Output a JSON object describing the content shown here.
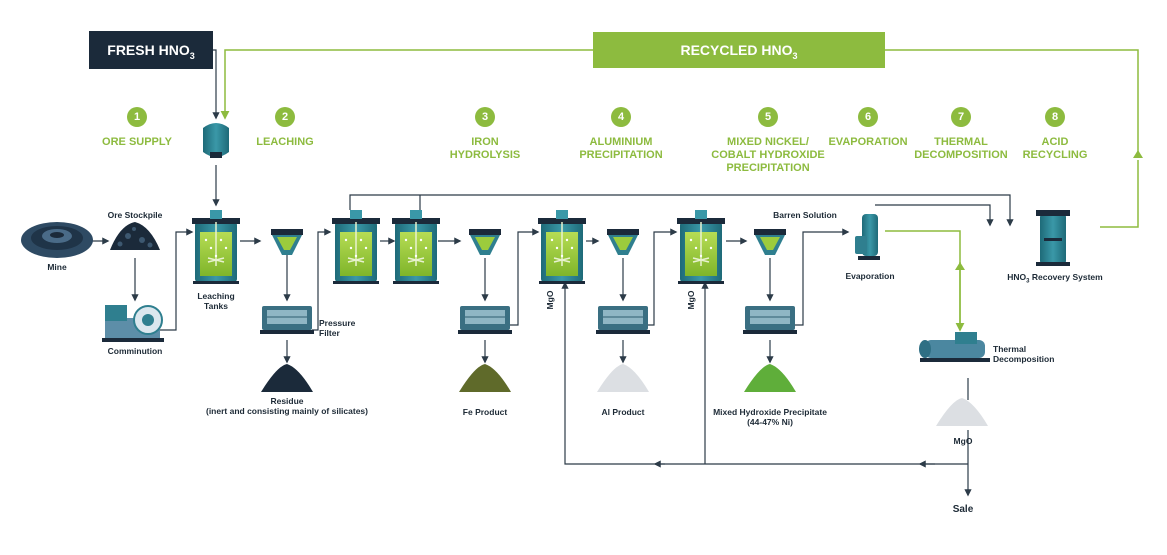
{
  "banners": {
    "fresh": {
      "main": "FRESH HNO",
      "sub": "3"
    },
    "recycled": {
      "main": "RECYCLED HNO",
      "sub": "3"
    }
  },
  "steps": [
    {
      "num": "1",
      "label": "ORE SUPPLY"
    },
    {
      "num": "2",
      "label": "LEACHING"
    },
    {
      "num": "3",
      "label_line1": "IRON",
      "label_line2": "HYDROLYSIS"
    },
    {
      "num": "4",
      "label_line1": "ALUMINIUM",
      "label_line2": "PRECIPITATION"
    },
    {
      "num": "5",
      "label_line1": "MIXED NICKEL/",
      "label_line2": "COBALT HYDROXIDE",
      "label_line3": "PRECIPITATION"
    },
    {
      "num": "6",
      "label": "EVAPORATION"
    },
    {
      "num": "7",
      "label_line1": "THERMAL",
      "label_line2": "DECOMPOSITION"
    },
    {
      "num": "8",
      "label_line1": "ACID",
      "label_line2": "RECYCLING"
    }
  ],
  "labels": {
    "mine": "Mine",
    "ore_stockpile": "Ore Stockpile",
    "comminution": "Comminution",
    "leaching_tanks_1": "Leaching",
    "leaching_tanks_2": "Tanks",
    "pressure_filter_1": "Pressure",
    "pressure_filter_2": "Filter",
    "residue_1": "Residue",
    "residue_2": "(inert and consisting mainly of silicates)",
    "fe_product": "Fe Product",
    "al_product": "Al Product",
    "mhp_1": "Mixed Hydroxide Precipitate",
    "mhp_2": "(44-47% Ni)",
    "barren_solution": "Barren Solution",
    "evaporation": "Evaporation",
    "recovery_main": "HNO",
    "recovery_sub": "3",
    "recovery_rest": " Recovery System",
    "thermal_1": "Thermal",
    "thermal_2": "Decomposition",
    "mgo_product": "MgO",
    "mgo_in_1": "MgO",
    "mgo_in_2": "MgO",
    "sale": "Sale"
  },
  "colors": {
    "dark": "#1b2a3a",
    "green": "#8dbb3f",
    "teal": "#2f7f8f",
    "liquid": "#9ccc3c",
    "line": "#2c3b48"
  }
}
